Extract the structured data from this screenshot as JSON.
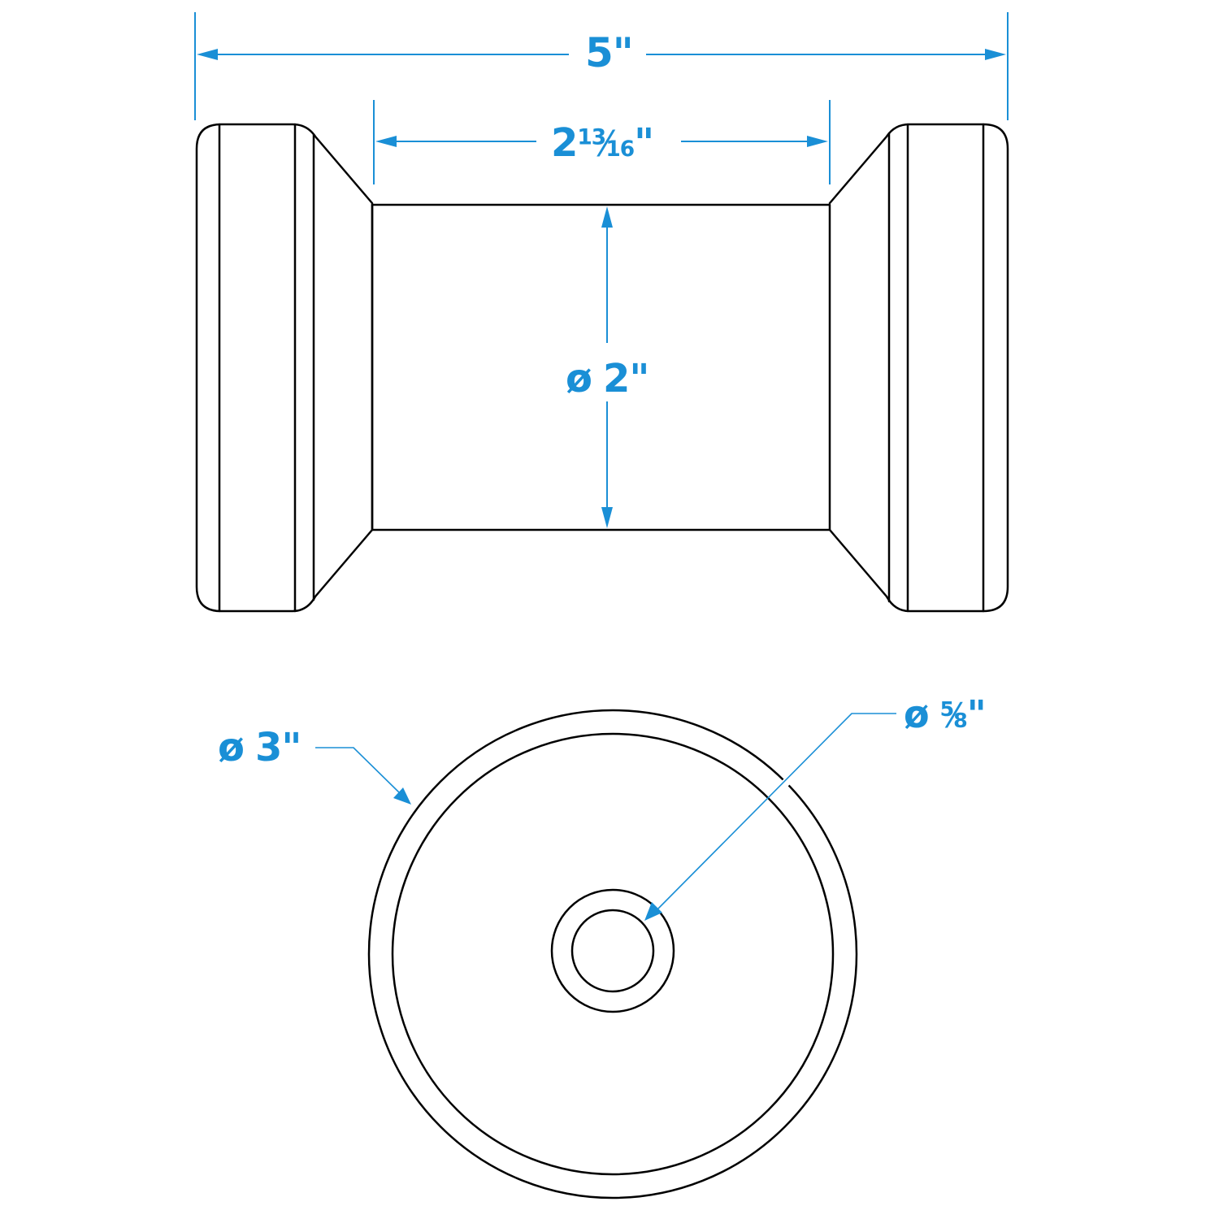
{
  "drawing": {
    "title": "Bow roller dimension drawing",
    "colors": {
      "outline": "#000000",
      "dimension": "#1a8fd6",
      "background": "#ffffff"
    },
    "side_view": {
      "overall_length": {
        "value": "5\"",
        "whole": "5",
        "unit": "\""
      },
      "center_length": {
        "value": "2 13/16\"",
        "whole": "2",
        "numerator": "13",
        "slash": "⁄",
        "denominator": "16",
        "unit": "\""
      },
      "center_diameter": {
        "value": "ø 2\"",
        "symbol": "ø",
        "whole": "2",
        "unit": "\""
      }
    },
    "end_view": {
      "outer_diameter": {
        "value": "ø 3\"",
        "symbol": "ø",
        "whole": "3",
        "unit": "\""
      },
      "bore_diameter": {
        "value": "ø 5/8\"",
        "symbol": "ø",
        "numerator": "5",
        "slash": "⁄",
        "denominator": "8",
        "unit": "\""
      }
    }
  }
}
